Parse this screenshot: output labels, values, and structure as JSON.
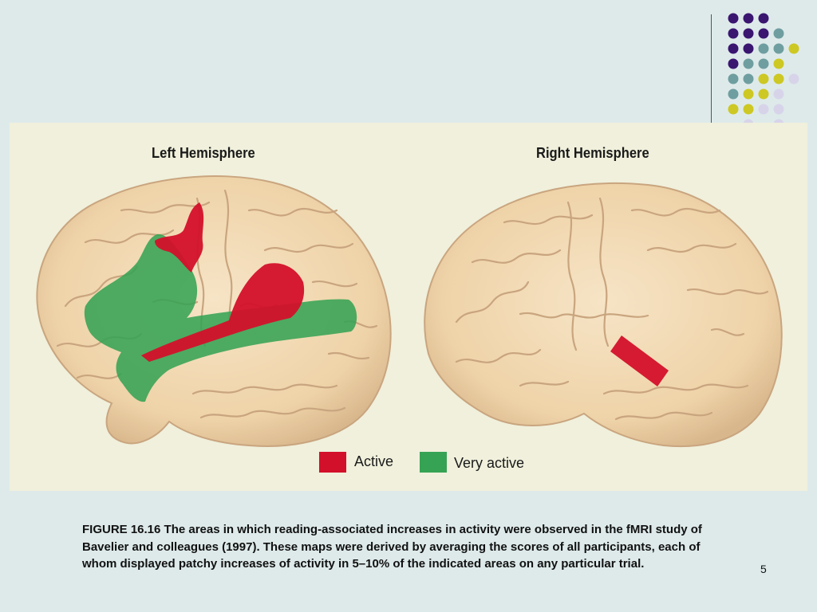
{
  "slide": {
    "number": "5",
    "caption": "FIGURE 16.16 The areas in which reading-associated increases in activity were observed in the fMRI study of Bavelier and colleagues (1997). These maps were derived by averaging the scores of all participants, each of whom displayed patchy increases of activity in 5–10% of the indicated areas on any particular trial."
  },
  "figure": {
    "left_title": "Left Hemisphere",
    "right_title": "Right Hemisphere",
    "legend": [
      {
        "label": "Active",
        "color": "#d3102a"
      },
      {
        "label": "Very active",
        "color": "#36a354"
      }
    ]
  },
  "colors": {
    "background": "#deeaea",
    "panel": "#f0f0dc",
    "brain": "#f1d9b4",
    "brain_shadow": "#c9a57f",
    "dot_purple": "#3a1670",
    "dot_teal": "#6f9ea0",
    "dot_yellow": "#cdc823",
    "dot_lavender": "#d7d4ea"
  }
}
